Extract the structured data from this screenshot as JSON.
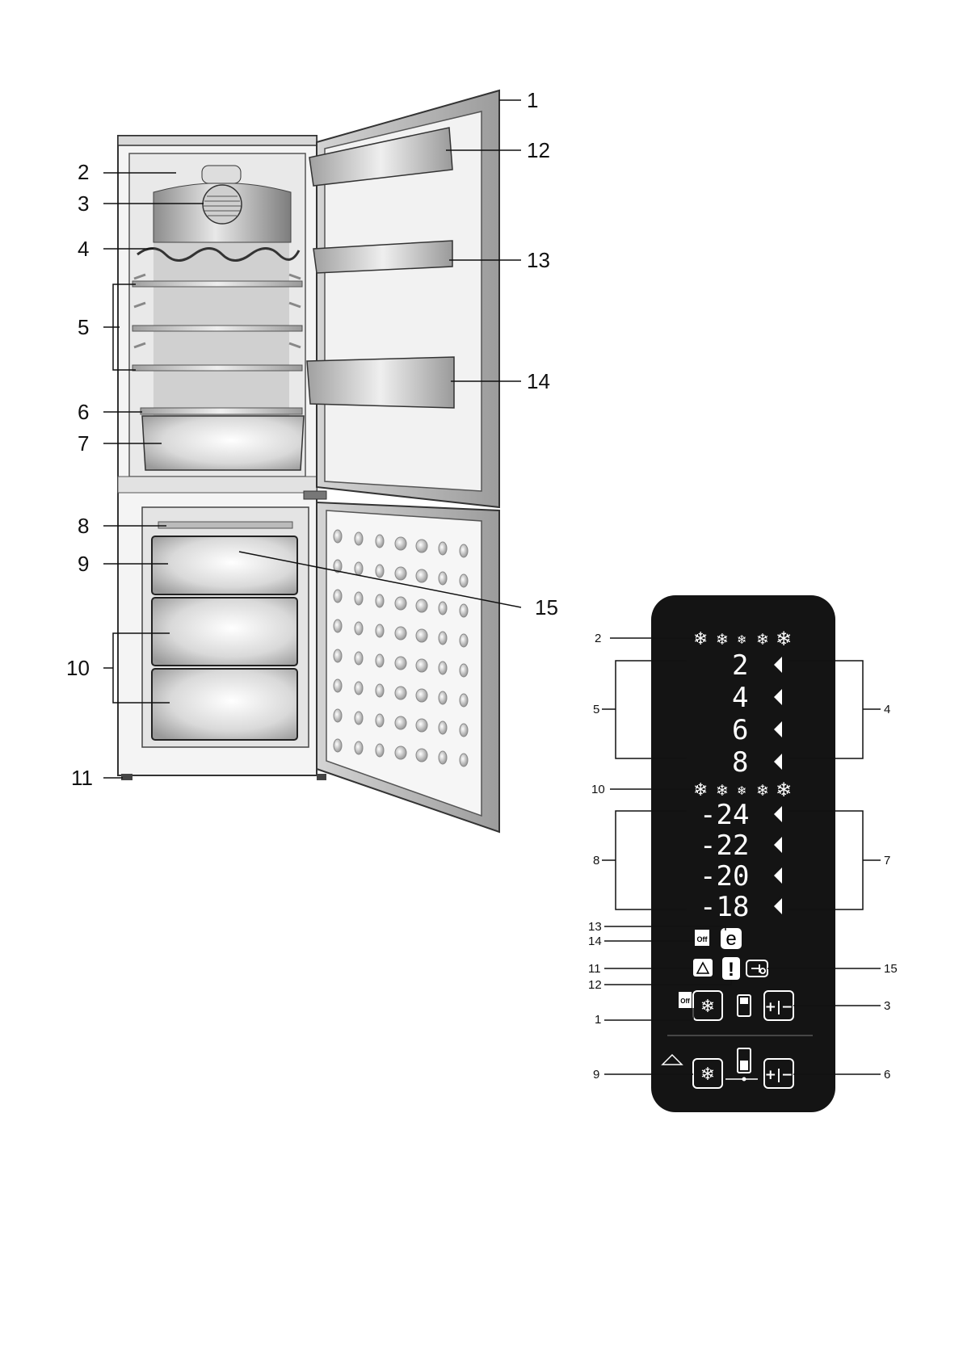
{
  "fridge_callouts": {
    "c1": "1",
    "c2": "2",
    "c3": "3",
    "c4": "4",
    "c5": "5",
    "c6": "6",
    "c7": "7",
    "c8": "8",
    "c9": "9",
    "c10": "10",
    "c11": "11",
    "c12": "12",
    "c13": "13",
    "c14": "14",
    "c15": "15"
  },
  "panel": {
    "fridge_temps": [
      "2",
      "4",
      "6",
      "8"
    ],
    "freezer_temps": [
      "-24",
      "-22",
      "-20",
      "-18"
    ],
    "eco_symbol": "e",
    "alarm_symbol": "!",
    "off_label_top": "Off",
    "off_label_row1": "Off",
    "plus_minus": "+|−",
    "callouts": {
      "p1": "1",
      "p2": "2",
      "p3": "3",
      "p4": "4",
      "p5": "5",
      "p6": "6",
      "p7": "7",
      "p8": "8",
      "p9": "9",
      "p10": "10",
      "p11": "11",
      "p12": "12",
      "p13": "13",
      "p14": "14",
      "p15": "15"
    }
  },
  "colors": {
    "panel_bg": "#141414",
    "line": "#111111",
    "cabinet_light": "#e6e6e6",
    "cabinet_mid": "#bdbdbd",
    "cabinet_dark": "#7a7a7a"
  }
}
